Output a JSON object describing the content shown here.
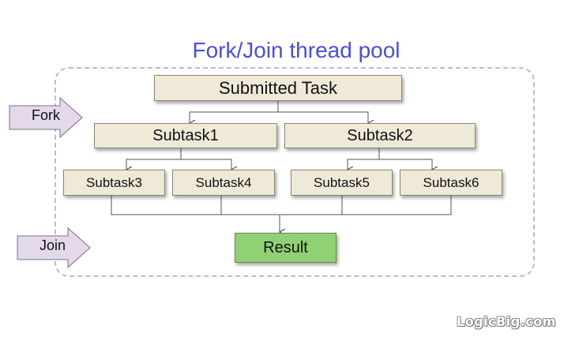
{
  "title": "Fork/Join thread pool",
  "side_labels": {
    "fork": "Fork",
    "join": "Join"
  },
  "tasks": {
    "submitted": "Submitted Task",
    "subtask1": "Subtask1",
    "subtask2": "Subtask2",
    "subtask3": "Subtask3",
    "subtask4": "Subtask4",
    "subtask5": "Subtask5",
    "subtask6": "Subtask6",
    "result": "Result"
  },
  "watermark": "LogicBig.com",
  "colors": {
    "title": "#4a4ee0",
    "task_box": "#efe9d8",
    "result_box": "#8fd174",
    "side_arrow": "#e3d9ea"
  }
}
